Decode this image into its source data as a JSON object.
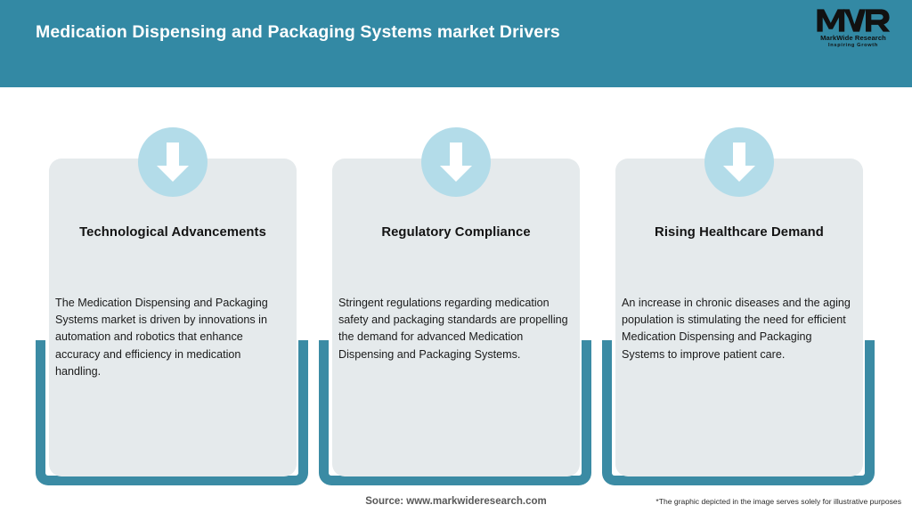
{
  "header": {
    "title": "Medication Dispensing and Packaging Systems market Drivers",
    "background_color": "#3389a4",
    "title_color": "#ffffff"
  },
  "logo": {
    "mark": "MWR",
    "name": "MarkWide Research",
    "tagline": "Inspiring Growth"
  },
  "cards": [
    {
      "icon": "down-arrow-icon",
      "heading": "Technological Advancements",
      "body": "The Medication Dispensing and Packaging Systems market is driven by innovations in automation and robotics that enhance accuracy and efficiency in medication handling."
    },
    {
      "icon": "down-arrow-icon",
      "heading": "Regulatory Compliance",
      "body": "Stringent regulations regarding medication safety and packaging standards are propelling the demand for advanced Medication Dispensing and Packaging Systems."
    },
    {
      "icon": "down-arrow-icon",
      "heading": "Rising Healthcare Demand",
      "body": "An increase in chronic diseases and the aging population is stimulating the need for efficient Medication Dispensing and Packaging Systems to improve patient care."
    }
  ],
  "footer": {
    "source": "Source: www.markwideresearch.com",
    "disclaimer": "*The graphic depicted in the image serves solely for illustrative purposes"
  },
  "colors": {
    "teal": "#3389a4",
    "frame_teal": "#3b8ba4",
    "card_gray": "#e5eaec",
    "circle_blue": "#b3dce9"
  }
}
